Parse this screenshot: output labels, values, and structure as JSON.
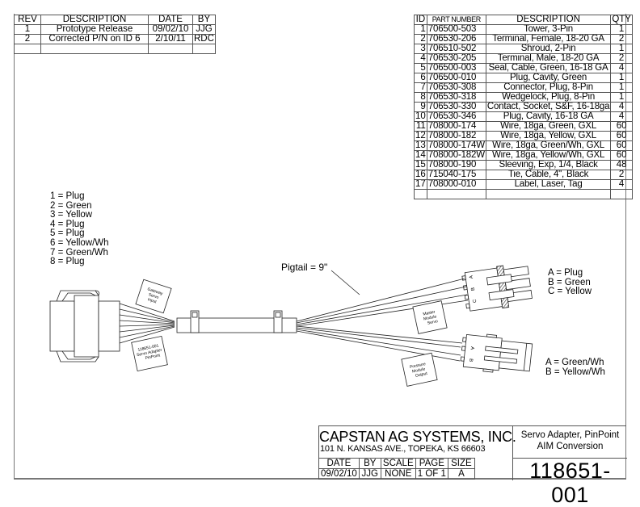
{
  "revision_table": {
    "headers": [
      "REV",
      "DESCRIPTION",
      "DATE",
      "BY"
    ],
    "rows": [
      [
        "1",
        "Prototype Release",
        "09/02/10",
        "JJG"
      ],
      [
        "2",
        "Corrected P/N on ID 6",
        "2/10/11",
        "RDC"
      ],
      [
        "",
        "",
        "",
        ""
      ]
    ]
  },
  "bom_table": {
    "headers": [
      "ID",
      "PART NUMBER",
      "DESCRIPTION",
      "QTY"
    ],
    "rows": [
      [
        "1",
        "706500-503",
        "Tower, 3-Pin",
        "1"
      ],
      [
        "2",
        "706530-206",
        "Terminal, Female, 18-20 GA",
        "2"
      ],
      [
        "3",
        "706510-502",
        "Shroud, 2-Pin",
        "1"
      ],
      [
        "4",
        "706530-205",
        "Terminal, Male, 18-20 GA",
        "2"
      ],
      [
        "5",
        "706500-003",
        "Seal, Cable, Green, 16-18 GA",
        "4"
      ],
      [
        "6",
        "706500-010",
        "Plug, Cavity, Green",
        "1"
      ],
      [
        "7",
        "706530-308",
        "Connector, Plug, 8-Pin",
        "1"
      ],
      [
        "8",
        "706530-318",
        "Wedgelock, Plug, 8-Pin",
        "1"
      ],
      [
        "9",
        "706530-330",
        "Contact, Socket, S&F, 16-18ga",
        "4"
      ],
      [
        "10",
        "706530-346",
        "Plug, Cavity, 16-18 GA",
        "4"
      ],
      [
        "11",
        "708000-174",
        "Wire, 18ga, Green, GXL",
        "60"
      ],
      [
        "12",
        "708000-182",
        "Wire, 18ga, Yellow, GXL",
        "60"
      ],
      [
        "13",
        "708000-174W",
        "Wire, 18ga, Green/Wh, GXL",
        "60"
      ],
      [
        "14",
        "708000-182W",
        "Wire, 18ga, Yellow/Wh, GXL",
        "60"
      ],
      [
        "15",
        "708000-190",
        "Sleeving, Exp, 1/4, Black",
        "48"
      ],
      [
        "16",
        "715040-175",
        "Tie, Cable, 4\", Black",
        "2"
      ],
      [
        "17",
        "708000-010",
        "Label, Laser, Tag",
        "4"
      ],
      [
        "",
        "",
        "",
        ""
      ]
    ]
  },
  "pin_legend": [
    "1 = Plug",
    "2 = Green",
    "3 = Yellow",
    "4 = Plug",
    "5 = Plug",
    "6 = Yellow/Wh",
    "7 = Green/Wh",
    "8 = Plug"
  ],
  "connector_a_legend": [
    "A = Plug",
    "B = Green",
    "C = Yellow"
  ],
  "connector_b_legend": [
    "A = Green/Wh",
    "B = Yellow/Wh"
  ],
  "pigtail_label": "Pigtail = 9\"",
  "tags": {
    "gateway": [
      "Gateway",
      "Servo",
      "Input"
    ],
    "part": [
      "118651-001",
      "Servo Adapter",
      "PinPoint"
    ],
    "master": [
      "Master",
      "Module",
      "Servo"
    ],
    "pressure": [
      "Pressure",
      "Module",
      "Output"
    ]
  },
  "connector_pins": {
    "tower": [
      "C",
      "B",
      "A"
    ],
    "shroud": [
      "A",
      "B"
    ]
  },
  "title_block": {
    "company": "CAPSTAN AG SYSTEMS, INC.",
    "address": "101 N. KANSAS AVE., TOPEKA, KS 66603",
    "description_line1": "Servo Adapter, PinPoint",
    "description_line2": "AIM Conversion",
    "headers": [
      "DATE",
      "BY",
      "SCALE",
      "PAGE",
      "SIZE"
    ],
    "values": [
      "09/02/10",
      "JJG",
      "NONE",
      "1 OF 1",
      "A"
    ],
    "drawing_number": "118651-001"
  }
}
